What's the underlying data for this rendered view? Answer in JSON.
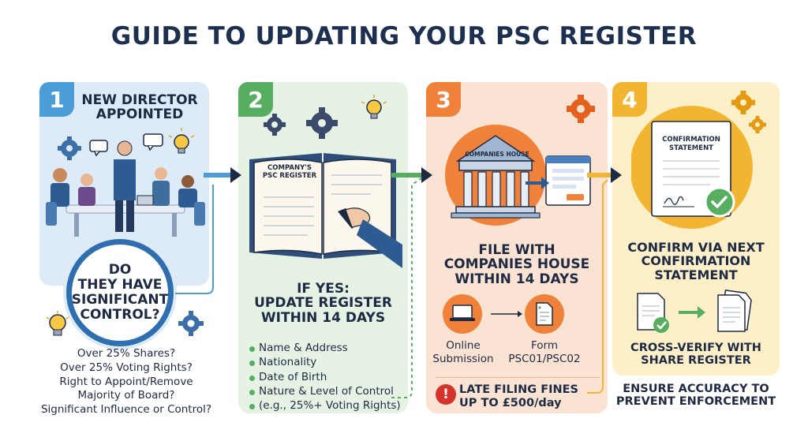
{
  "title": "GUIDE TO UPDATING YOUR PSC REGISTER",
  "steps": [
    {
      "number": "1",
      "heading_lines": [
        "NEW DIRECTOR",
        "APPOINTED"
      ],
      "question_lines": [
        "DO",
        "THEY HAVE",
        "SIGNIFICANT",
        "CONTROL?"
      ],
      "criteria": [
        "Over 25% Shares?",
        "Over 25% Voting Rights?",
        "Right to Appoint/Remove",
        "Majority of Board?",
        "Significant Influence or Control?"
      ],
      "color": "#4a9dd6"
    },
    {
      "number": "2",
      "book_label_lines": [
        "COMPANY'S",
        "PSC REGISTER"
      ],
      "heading_lines": [
        "IF YES:",
        "UPDATE REGISTER",
        "WITHIN 14 DAYS"
      ],
      "bullets": [
        "Name & Address",
        "Nationality",
        "Date of Birth",
        "Nature & Level of Control",
        "(e.g., 25%+ Voting Rights)"
      ],
      "color": "#57ae60"
    },
    {
      "number": "3",
      "building_label": "COMPANIES HOUSE",
      "heading_lines": [
        "FILE WITH",
        "COMPANIES HOUSE",
        "WITHIN 14 DAYS"
      ],
      "online_label_lines": [
        "Online",
        "Submission"
      ],
      "form_label_lines": [
        "Form",
        "PSC01/PSC02"
      ],
      "warning_lines": [
        "LATE FILING FINES",
        "UP TO £500/day"
      ],
      "color": "#f0813a"
    },
    {
      "number": "4",
      "document_label_lines": [
        "CONFIRMATION",
        "STATEMENT"
      ],
      "heading_lines": [
        "CONFIRM VIA NEXT",
        "CONFIRMATION",
        "STATEMENT"
      ],
      "verify_lines": [
        "CROSS-VERIFY WITH",
        "SHARE REGISTER"
      ],
      "accuracy_lines": [
        "ENSURE ACCURACY TO",
        "PREVENT ENFORCEMENT"
      ],
      "color": "#f2b531"
    }
  ],
  "colors": {
    "title": "#1e3050",
    "navy": "#1e2a44",
    "blue": "#4a9dd6",
    "green": "#57ae60",
    "orange": "#f0813a",
    "yellow": "#f2b531",
    "warning_red": "#d6332c"
  },
  "icons": [
    "gear-icon",
    "lightbulb-icon",
    "speech-bubble-icon",
    "meeting-people-illustration",
    "open-book-icon",
    "pen-hand-icon",
    "building-icon",
    "browser-window-icon",
    "laptop-icon",
    "form-document-icon",
    "warning-icon",
    "certificate-icon",
    "checkmark-icon",
    "stacked-documents-icon",
    "arrow-icon"
  ]
}
